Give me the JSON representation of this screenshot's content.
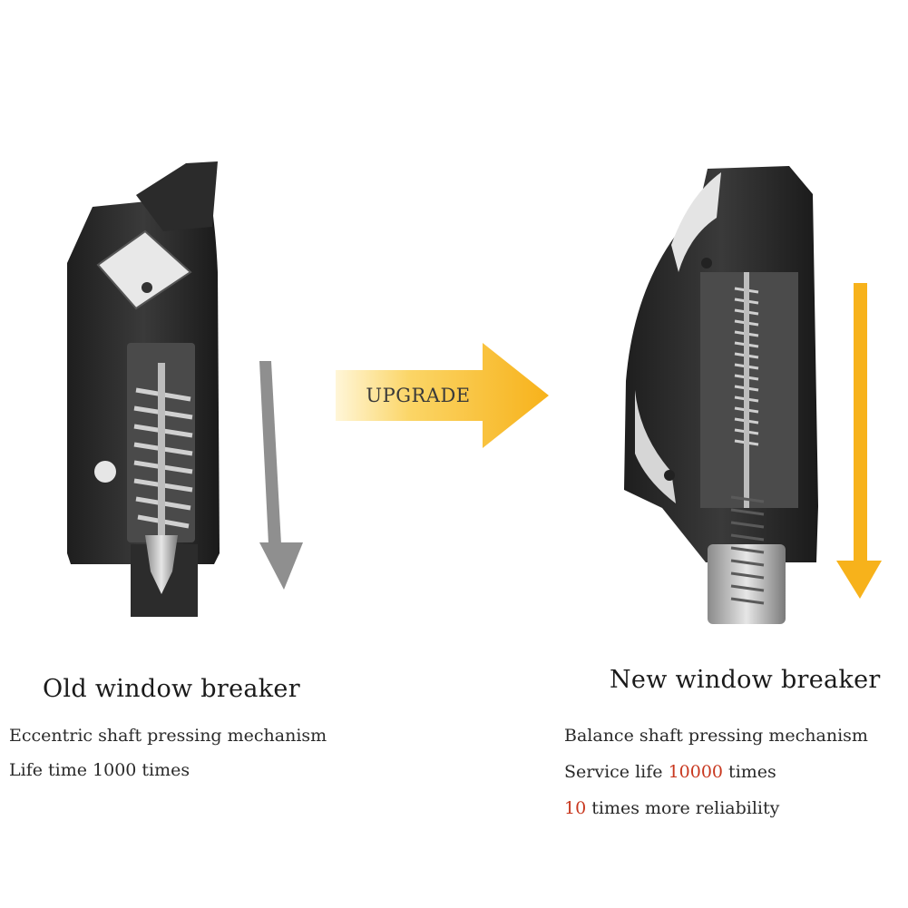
{
  "upgrade_label": "UPGRADE",
  "colors": {
    "old_arrow": "#8f8f8f",
    "upgrade_arrow": "#f7b21b",
    "new_arrow": "#f7b21b",
    "highlight": "#c8371e"
  },
  "old": {
    "title": "Old window breaker",
    "mechanism": "Eccentric shaft pressing mechanism",
    "life": "Life time 1000 times"
  },
  "new": {
    "title": "New window breaker",
    "mechanism": "Balance shaft pressing mechanism",
    "life_prefix": "Service life ",
    "life_value": "10000",
    "life_suffix": " times",
    "reliability_value": "10",
    "reliability_suffix": " times more reliability"
  }
}
